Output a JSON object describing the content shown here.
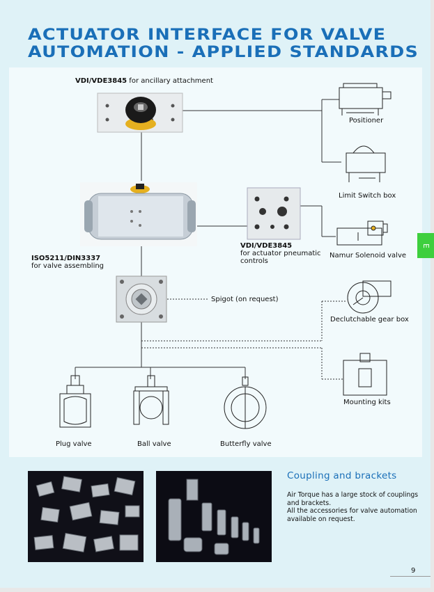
{
  "page": {
    "title_lines": [
      "ACTUATOR INTERFACE  FOR VALVE",
      "AUTOMATION - APPLIED STANDARDS"
    ],
    "side_tab": "E",
    "page_number": "9",
    "colors": {
      "title": "#1a6fb8",
      "background": "#dff2f7",
      "panel": "#f2fafc",
      "tab": "#3ecf3e"
    }
  },
  "diagram": {
    "top_standard": {
      "code": "VDI/VDE3845",
      "text": " for ancillary attachment"
    },
    "actuator_standard": {
      "code": "ISO5211/DIN3337",
      "text": "for valve assembling"
    },
    "pneumatic_standard": {
      "code": "VDI/VDE3845",
      "text_lines": [
        "for actuator pneumatic",
        "controls"
      ]
    },
    "spigot_label": "Spigot (on request)",
    "accessories": [
      {
        "label": "Positioner",
        "icon": "positioner-icon"
      },
      {
        "label": "Limit Switch box",
        "icon": "limit-switch-box-icon"
      },
      {
        "label": "Namur Solenoid valve",
        "icon": "solenoid-valve-icon"
      },
      {
        "label": "Declutchable gear box",
        "icon": "gear-box-icon"
      },
      {
        "label": "Mounting kits",
        "icon": "mounting-kit-icon"
      }
    ],
    "valves": [
      {
        "label": "Plug valve",
        "icon": "plug-valve-icon"
      },
      {
        "label": "Ball valve",
        "icon": "ball-valve-icon"
      },
      {
        "label": "Butterfly valve",
        "icon": "butterfly-valve-icon"
      }
    ]
  },
  "coupling_section": {
    "title": "Coupling and brackets",
    "paragraphs": [
      "Air Torque has a large stock of couplings and brackets.",
      "All the accessories for valve automation available on request."
    ],
    "photos": [
      "brackets-photo",
      "couplings-photo"
    ]
  }
}
